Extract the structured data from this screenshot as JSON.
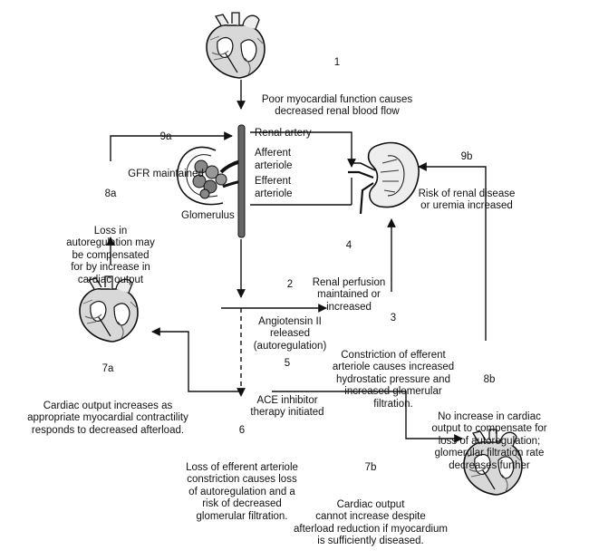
{
  "nodes": {
    "n1": {
      "num": "1",
      "text": "Poor myocardial function causes\ndecreased renal blood flow"
    },
    "n2": {
      "num": "2",
      "text": "Angiotensin II\nreleased\n(autoregulation)"
    },
    "n3": {
      "num": "3",
      "text": "Constriction of efferent\narteriole causes increased\nhydrostatic pressure and\nincreased glomerular\nfiltration."
    },
    "n4": {
      "num": "4",
      "text": "Renal perfusion\nmaintained or\nincreased"
    },
    "n5": {
      "num": "5",
      "text": "ACE inhibitor\ntherapy initiated"
    },
    "n6": {
      "num": "6",
      "text": "Loss of efferent arteriole\nconstriction causes loss\nof autoregulation and a\nrisk of decreased\nglomerular filtration."
    },
    "n7a": {
      "num": "7a",
      "text": "Cardiac output increases as\nappropriate myocardial contractility\nresponds to decreased afterload."
    },
    "n7b": {
      "num": "7b",
      "text": "Cardiac output\ncannot increase despite\nafterload reduction if myocardium\nis sufficiently diseased."
    },
    "n8a": {
      "num": "8a",
      "text": "Loss in\nautoregulation may\nbe compensated\nfor by increase in\ncardiac output"
    },
    "n8b": {
      "num": "8b",
      "text": "No increase in cardiac\noutput to compensate for\nloss of autoregulation;\nglomerular filtration rate\ndecreases further"
    },
    "n9a": {
      "num": "9a",
      "text": "GFR maintained"
    },
    "n9b": {
      "num": "9b",
      "text": "Risk of renal disease\nor uremia increased"
    }
  },
  "labels": {
    "renal_artery": "Renal artery",
    "afferent": "Afferent\narteriole",
    "efferent": "Efferent\narteriole",
    "glomerulus": "Glomerulus"
  },
  "icons": {
    "heart_top": "heart-illustration",
    "heart_left": "heart-illustration",
    "heart_bottom": "heart-illustration",
    "kidney": "kidney-illustration",
    "glomerulus": "glomerulus-illustration"
  }
}
